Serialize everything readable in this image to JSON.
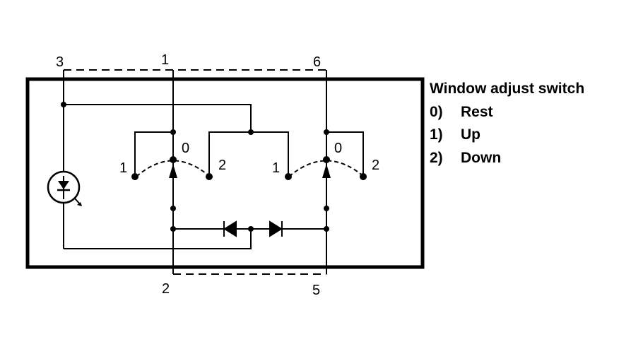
{
  "diagram": {
    "terminals": {
      "t3": "3",
      "t1": "1",
      "t6": "6",
      "t2": "2",
      "t5": "5"
    },
    "switch_left": {
      "pos1": "1",
      "pos0": "0",
      "pos2": "2"
    },
    "switch_right": {
      "pos1": "1",
      "pos0": "0",
      "pos2": "2"
    }
  },
  "legend": {
    "title": "Window adjust switch",
    "items": [
      {
        "num": "0)",
        "label": "Rest"
      },
      {
        "num": "1)",
        "label": "Up"
      },
      {
        "num": "2)",
        "label": "Down"
      }
    ]
  }
}
